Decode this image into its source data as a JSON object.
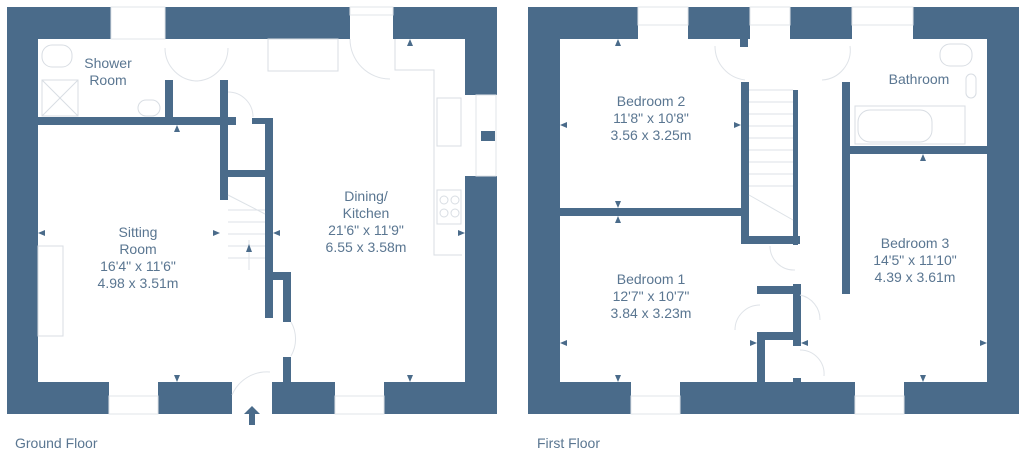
{
  "colors": {
    "wall": "#4a6b8a",
    "text": "#5a7691",
    "fixture": "#d8dde3"
  },
  "ground_floor": {
    "title": "Ground Floor",
    "rooms": [
      {
        "id": "shower-room",
        "lines": [
          "Shower",
          "Room"
        ]
      },
      {
        "id": "sitting-room",
        "lines": [
          "Sitting",
          "Room",
          "16'4\" x 11'6\"",
          "4.98 x 3.51m"
        ]
      },
      {
        "id": "dining-kitchen",
        "lines": [
          "Dining/",
          "Kitchen",
          "21'6\" x 11'9\"",
          "6.55 x 3.58m"
        ]
      }
    ],
    "entrance_icon": "arrow-up-icon"
  },
  "first_floor": {
    "title": "First Floor",
    "rooms": [
      {
        "id": "bedroom-2",
        "lines": [
          "Bedroom 2",
          "11'8\" x 10'8\"",
          "3.56 x 3.25m"
        ]
      },
      {
        "id": "bathroom",
        "lines": [
          "Bathroom"
        ]
      },
      {
        "id": "bedroom-1",
        "lines": [
          "Bedroom 1",
          "12'7\" x 10'7\"",
          "3.84 x 3.23m"
        ]
      },
      {
        "id": "bedroom-3",
        "lines": [
          "Bedroom 3",
          "14'5\" x 11'10\"",
          "4.39 x 3.61m"
        ]
      }
    ]
  }
}
